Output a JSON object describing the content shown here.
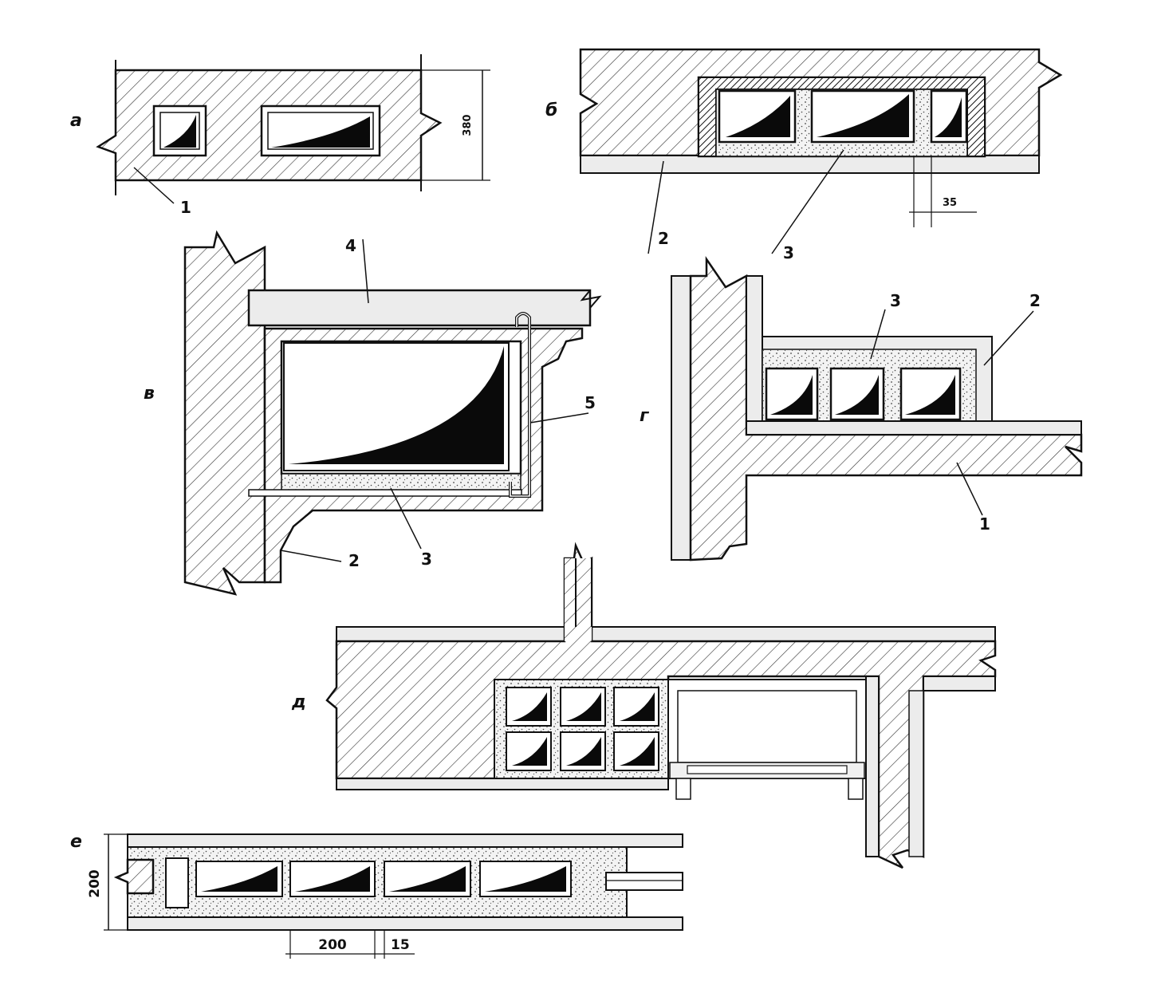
{
  "panels": {
    "a": {
      "label": "а",
      "callouts": [
        "1"
      ],
      "dimension": "380"
    },
    "b": {
      "label": "б",
      "callouts": [
        "2",
        "3"
      ],
      "dimension": "35"
    },
    "v": {
      "label": "в",
      "callouts": [
        "4",
        "5",
        "3",
        "2"
      ]
    },
    "g": {
      "label": "г",
      "callouts": [
        "3",
        "2",
        "1"
      ]
    },
    "d": {
      "label": "д"
    },
    "e": {
      "label": "е",
      "dimensions": [
        "200",
        "200",
        "15"
      ]
    }
  },
  "colors": {
    "ink": "#111111",
    "paper": "#ffffff",
    "mortar": "#ececec",
    "glass": "#0a0a0a"
  }
}
